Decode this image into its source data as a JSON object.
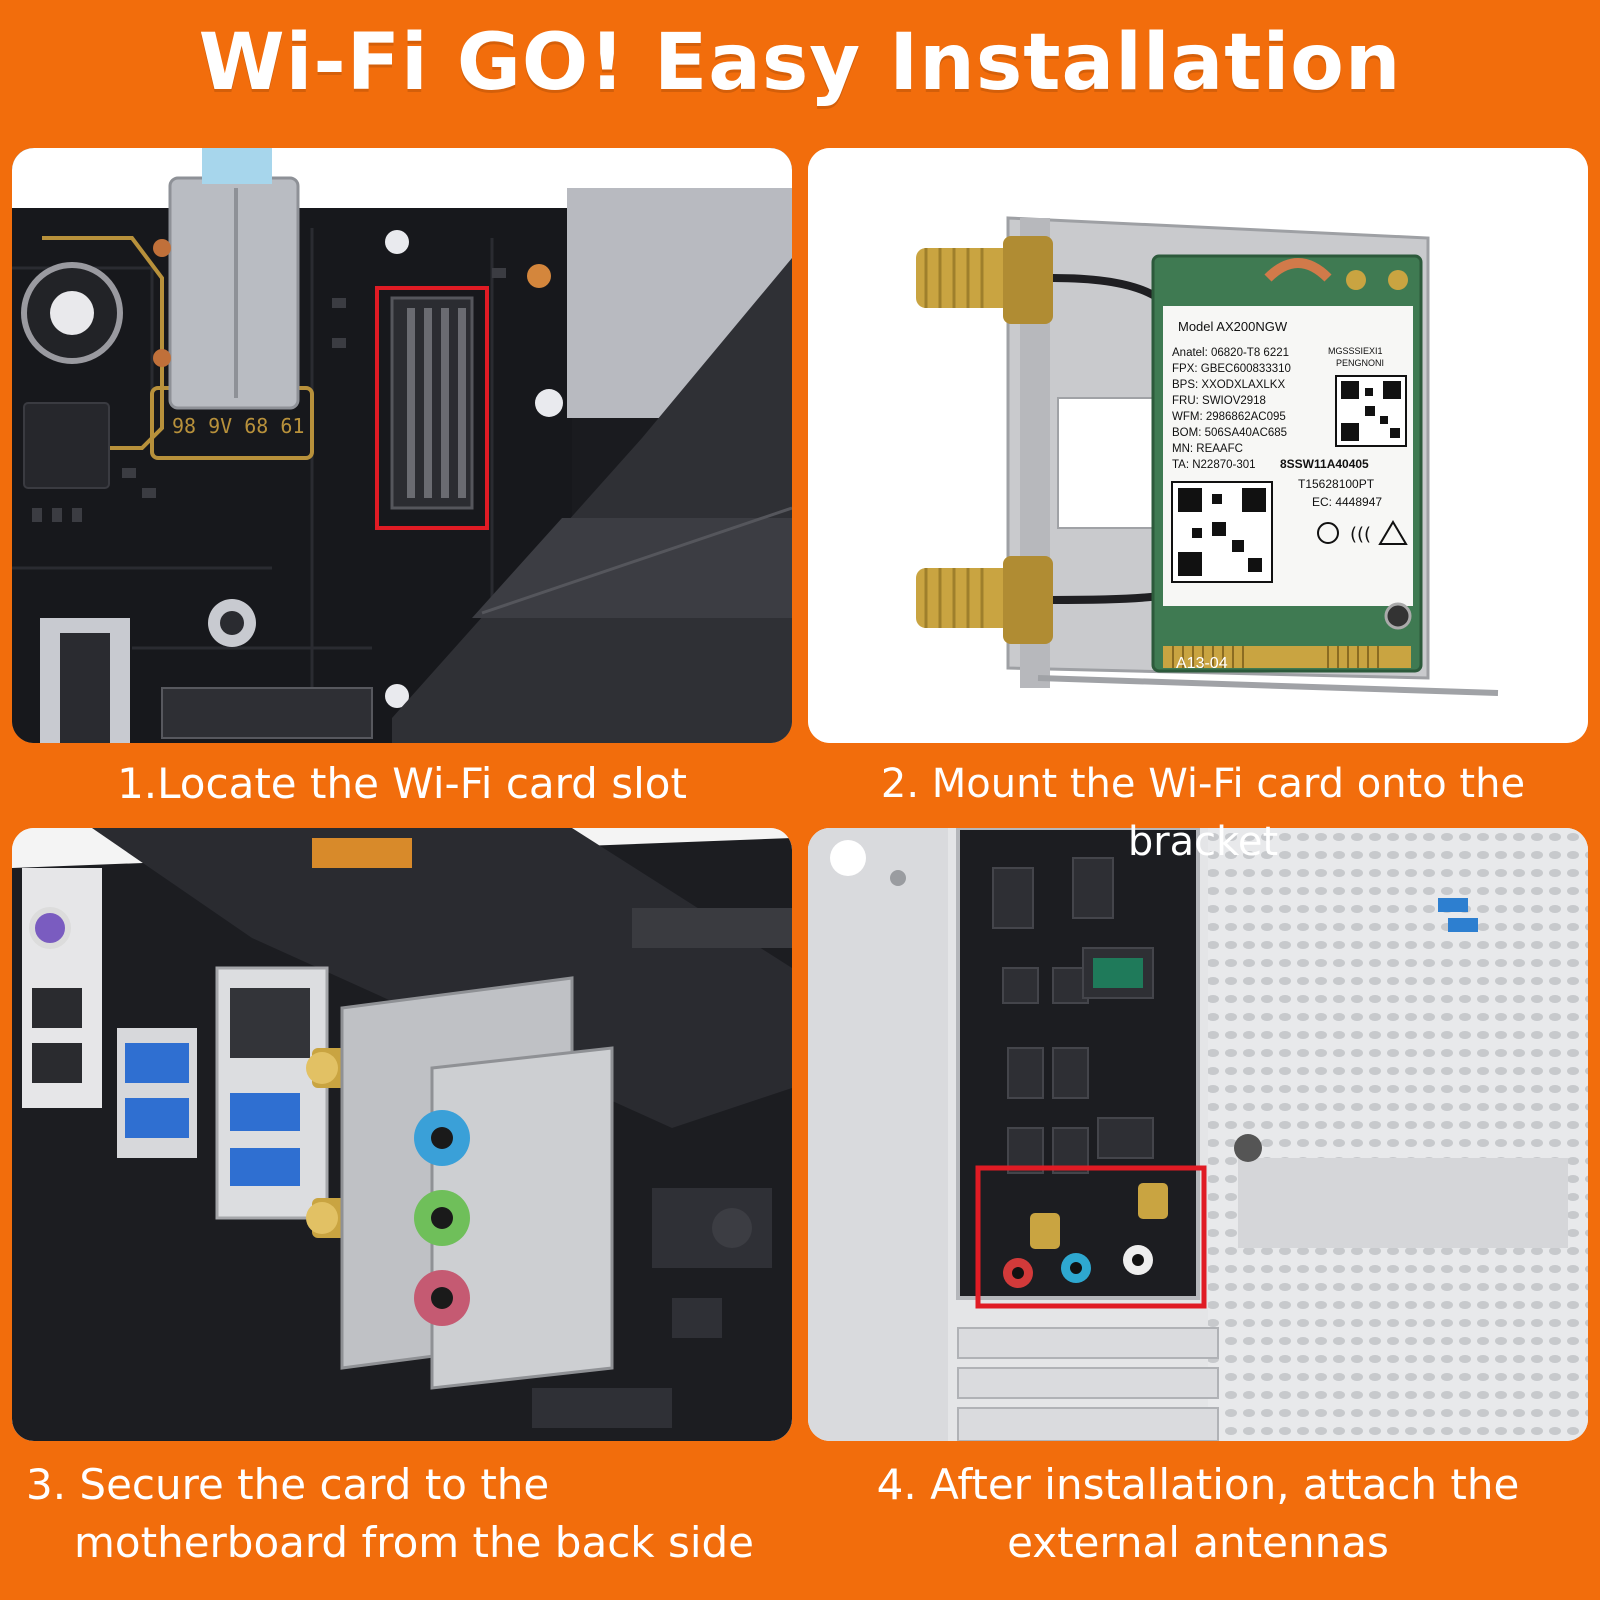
{
  "title": "Wi-Fi GO! Easy Installation",
  "steps": [
    {
      "caption_lines": [
        "1.Locate the Wi-Fi card slot"
      ]
    },
    {
      "caption_lines": [
        "2. Mount the Wi-Fi card onto the bracket"
      ]
    },
    {
      "caption_lines": [
        "3. Secure the card to the",
        "motherboard from the back side"
      ]
    },
    {
      "caption_lines": [
        "4. After installation, attach the",
        "external antennas"
      ]
    }
  ],
  "card_label": {
    "model": "Model AX200NGW",
    "lines": [
      "Anatel: 06820-T8 6221",
      "FPX: GBEC600833310",
      "BPS: XXODXLAXLKX",
      "FRU: SWIOV2918",
      "WFM: 2986862AC095",
      "BOM: 506SA40AC685",
      "MN: REAAFC",
      "TA: N22870-301"
    ],
    "side_top": [
      "MGSSSIEXI1",
      "PENGNONI"
    ],
    "serial": "8SSW11A40405",
    "part": "T15628100PT",
    "ec": "EC: 4448947",
    "edge": "A13-04"
  },
  "colors": {
    "background": "#f26d0c",
    "highlight": "#e01b24",
    "pcb": "#15161a",
    "card_green": "#3f7a52",
    "gold": "#c9a441"
  },
  "icons": [
    "wifi-card-slot",
    "wifi-card",
    "antenna-connector",
    "audio-jack",
    "usb-port"
  ]
}
